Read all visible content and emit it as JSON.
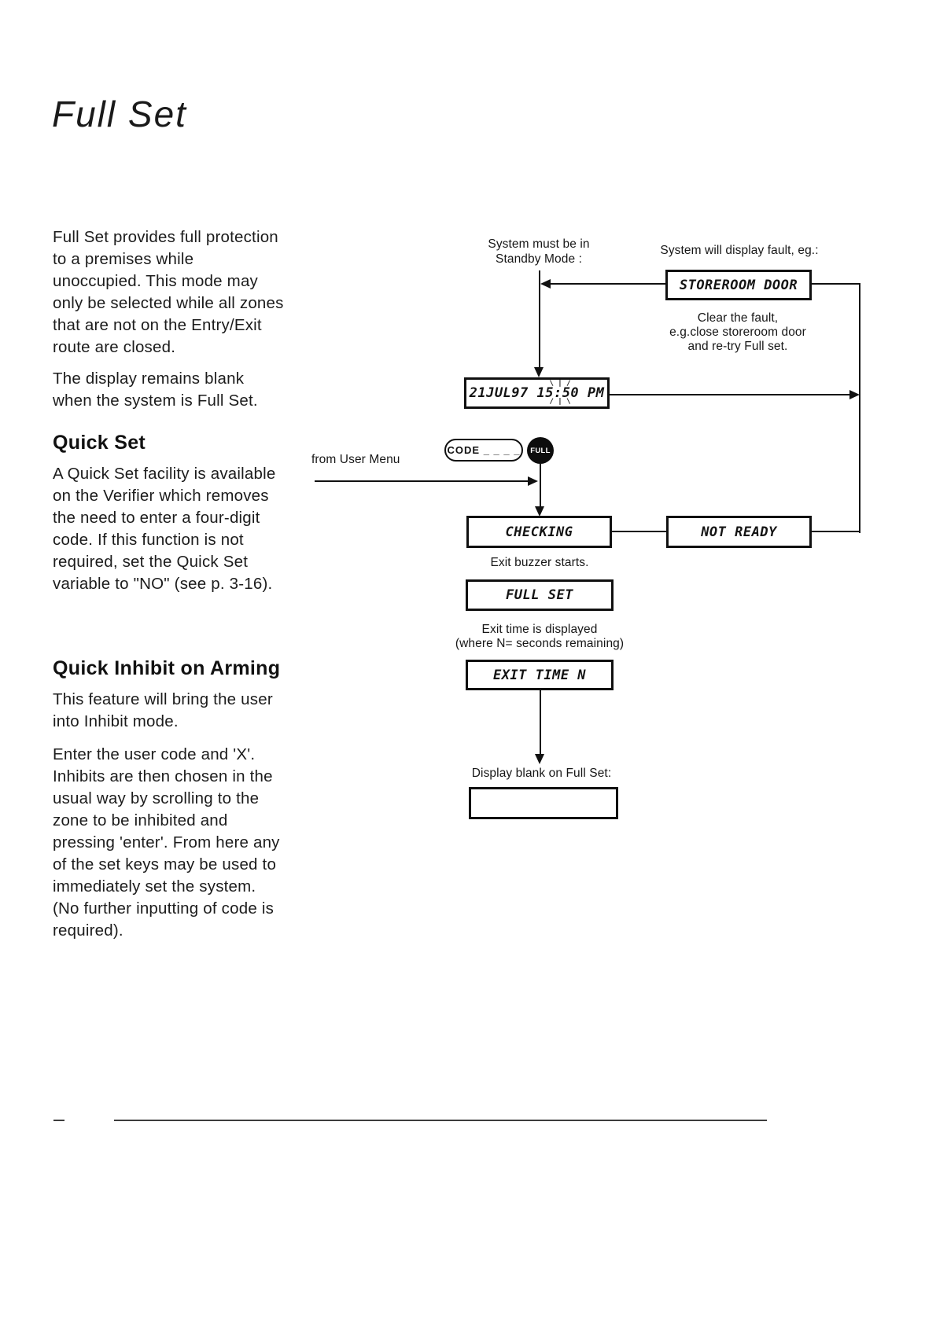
{
  "title": "Full Set",
  "sections": {
    "intro_para1_lines": [
      "Full Set provides full protection",
      "to a premises while",
      "unoccupied. This mode may",
      "only be selected while all zones",
      "that are not on the Entry/Exit",
      "route are closed."
    ],
    "intro_para2_lines": [
      "The display remains blank",
      "when the system is Full Set."
    ],
    "quick_set": {
      "heading": "Quick Set",
      "body_lines": [
        "A Quick Set facility is available",
        "on the Verifier which removes",
        "the need to enter a four-digit",
        "code. If this function is not",
        "required, set the Quick Set",
        "variable to \"NO\" (see p. 3-16)."
      ]
    },
    "quick_inhibit": {
      "heading": "Quick Inhibit on Arming",
      "para1_lines": [
        "This feature will bring the user",
        "into Inhibit mode."
      ],
      "para2_lines": [
        "Enter the user code and 'X'.",
        "Inhibits are then chosen in the",
        "usual way by scrolling to the",
        "zone to be inhibited and",
        "pressing 'enter'.  From here any",
        "of the set keys may be used to",
        "immediately set the system.",
        "(No further inputting of code is",
        "required)."
      ]
    }
  },
  "diagram": {
    "standby_label_line1": "System must be in",
    "standby_label_line2": "Standby Mode :",
    "fault_label": "System will display fault, eg.:",
    "clear_fault_line1": "Clear the fault,",
    "clear_fault_line2": "e.g.close storeroom door",
    "clear_fault_line3": "and re-try Full set.",
    "displays": {
      "storeroom": "STOREROOM DOOR",
      "datetime": "21JUL97 15:50 PM",
      "checking": "CHECKING",
      "not_ready": "NOT READY",
      "full_set": "FULL SET",
      "exit_time": "EXIT TIME N"
    },
    "blink_top": "\\ | /",
    "blink_bottom": "/ | \\",
    "code_key_label": "CODE _ _ _ _",
    "full_key_label": "FULL",
    "from_user_menu": "from User Menu",
    "exit_buzzer_note": "Exit buzzer starts.",
    "exit_time_note_line1": "Exit time is displayed",
    "exit_time_note_line2": "(where N= seconds remaining)",
    "display_blank_label": "Display blank on Full Set:"
  }
}
